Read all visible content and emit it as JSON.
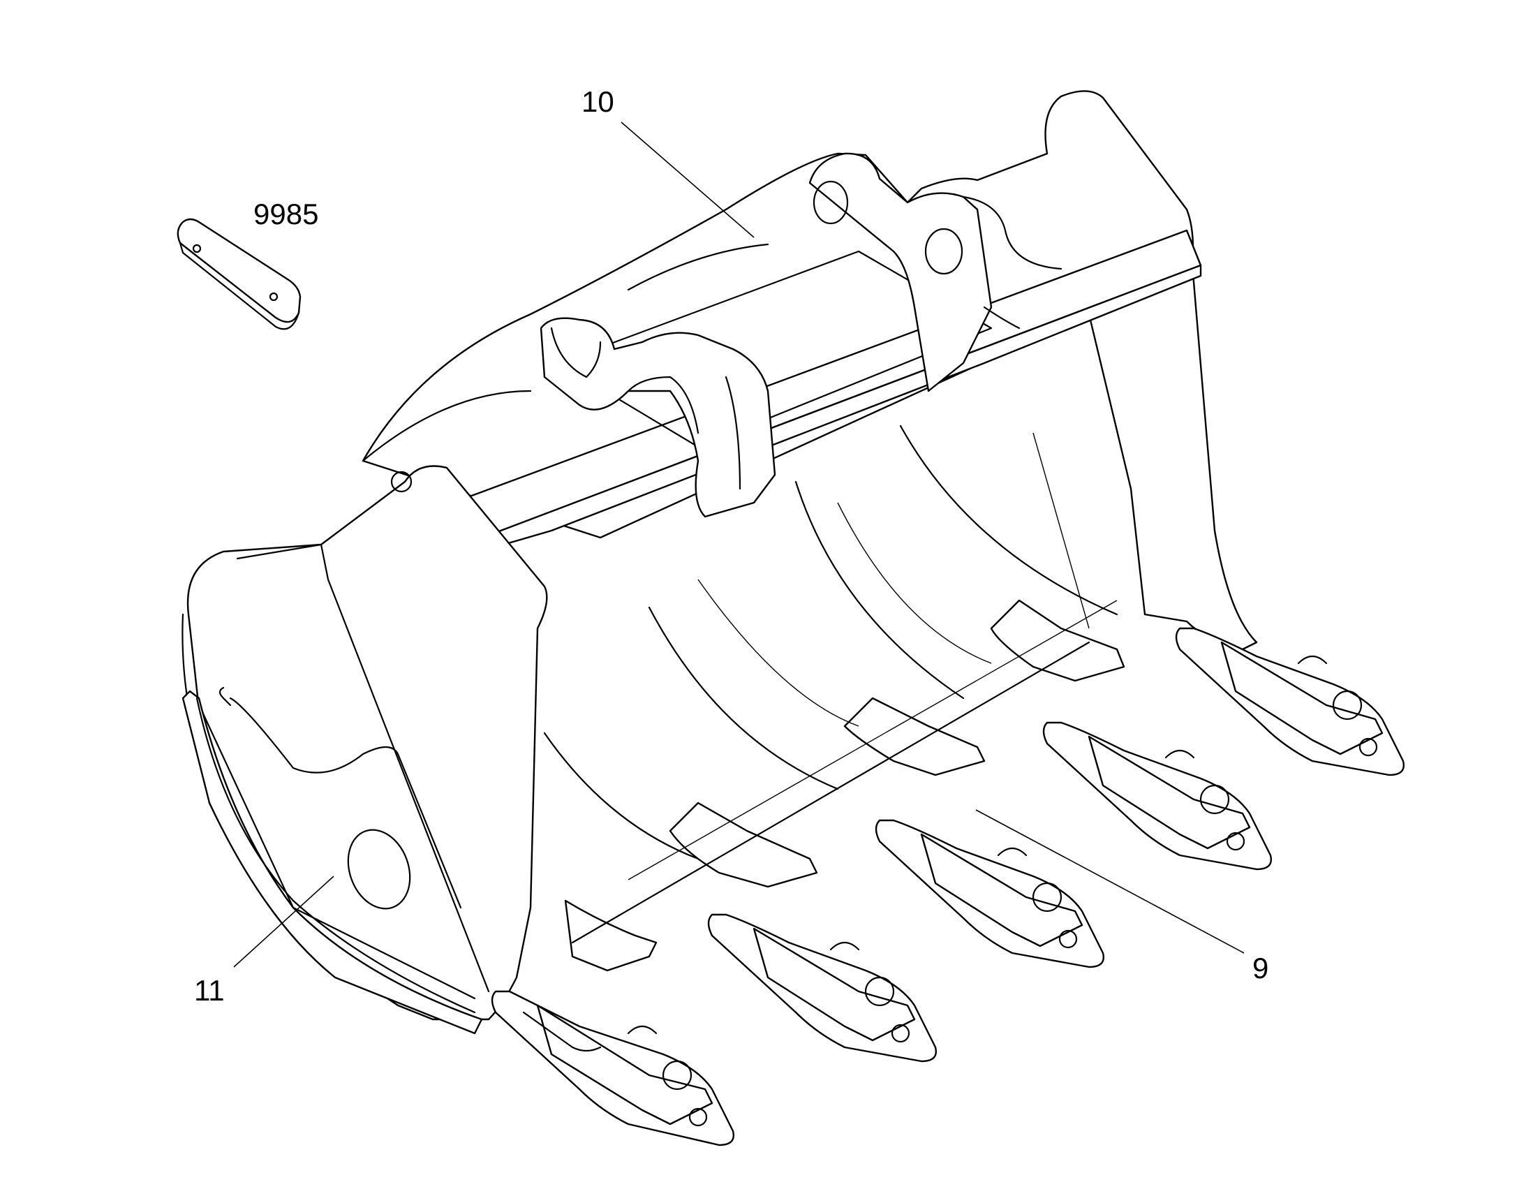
{
  "diagram": {
    "callouts": [
      {
        "id": "9985",
        "text": "9985"
      },
      {
        "id": "10",
        "text": "10"
      },
      {
        "id": "11",
        "text": "11"
      },
      {
        "id": "9",
        "text": "9"
      }
    ]
  },
  "colors": {
    "ink": "#000000",
    "paper": "#ffffff"
  }
}
